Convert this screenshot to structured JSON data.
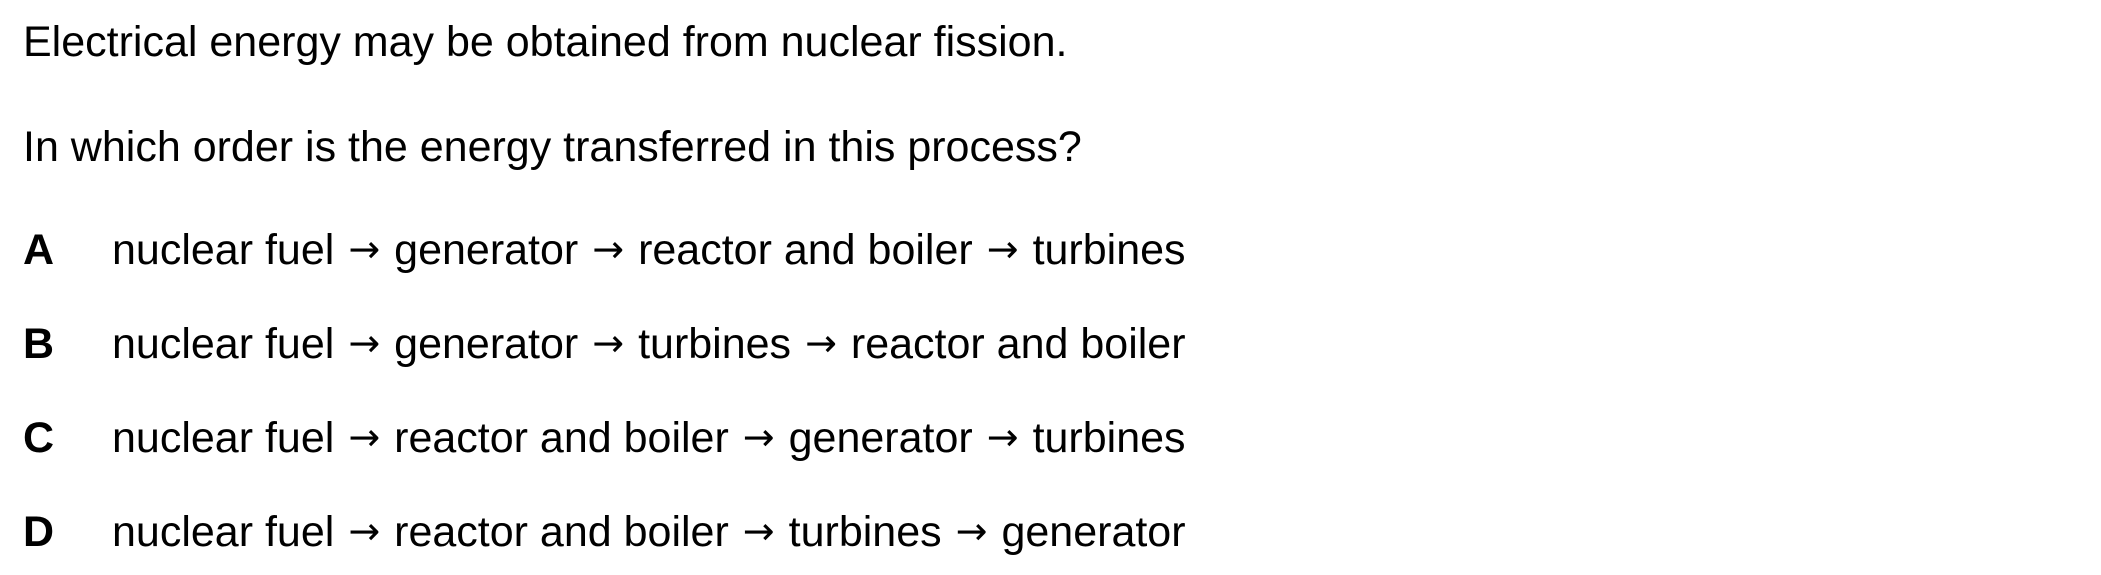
{
  "question": {
    "stem_line_1": "Electrical energy may be obtained from nuclear fission.",
    "stem_line_2": "In which order is the energy transferred in this process?"
  },
  "arrow_symbol": "→",
  "options": [
    {
      "letter": "A",
      "steps": [
        "nuclear fuel",
        "generator",
        "reactor and boiler",
        "turbines"
      ]
    },
    {
      "letter": "B",
      "steps": [
        "nuclear fuel",
        "generator",
        "turbines",
        "reactor and boiler"
      ]
    },
    {
      "letter": "C",
      "steps": [
        "nuclear fuel",
        "reactor and boiler",
        "generator",
        "turbines"
      ]
    },
    {
      "letter": "D",
      "steps": [
        "nuclear fuel",
        "reactor and boiler",
        "turbines",
        "generator"
      ]
    }
  ]
}
